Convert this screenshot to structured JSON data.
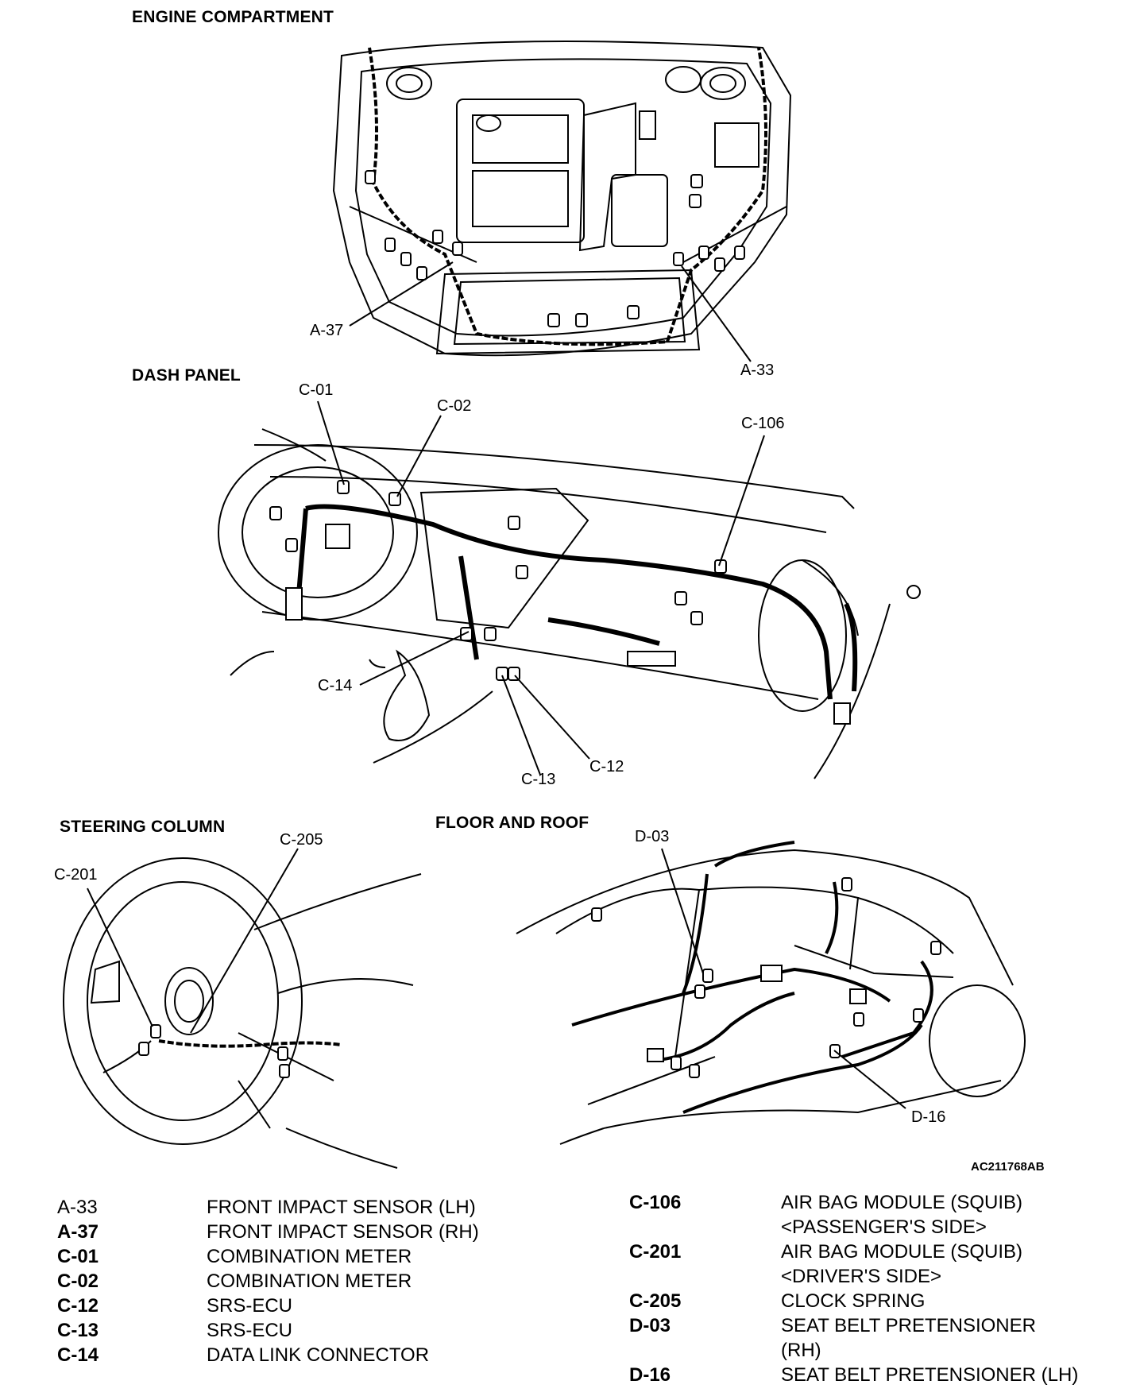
{
  "sections": {
    "engine": "ENGINE COMPARTMENT",
    "dash": "DASH PANEL",
    "steering": "STEERING COLUMN",
    "floor": "FLOOR AND ROOF"
  },
  "callouts": {
    "a37": "A-37",
    "a33": "A-33",
    "c01": "C-01",
    "c02": "C-02",
    "c106": "C-106",
    "c14": "C-14",
    "c13": "C-13",
    "c12": "C-12",
    "c201": "C-201",
    "c205": "C-205",
    "d03": "D-03",
    "d16": "D-16"
  },
  "figure_number": "AC211768AB",
  "legend_left": [
    {
      "code": "A-33",
      "desc": "FRONT IMPACT SENSOR (LH)"
    },
    {
      "code": "A-37",
      "desc": "FRONT IMPACT SENSOR (RH)"
    },
    {
      "code": "C-01",
      "desc": "COMBINATION METER"
    },
    {
      "code": "C-02",
      "desc": "COMBINATION METER"
    },
    {
      "code": "C-12",
      "desc": "SRS-ECU"
    },
    {
      "code": "C-13",
      "desc": "SRS-ECU"
    },
    {
      "code": "C-14",
      "desc": "DATA LINK CONNECTOR"
    }
  ],
  "legend_right": [
    {
      "code": "C-106",
      "desc": "AIR BAG MODULE (SQUIB)",
      "desc2": "<PASSENGER'S SIDE>"
    },
    {
      "code": "C-201",
      "desc": "AIR BAG MODULE (SQUIB)",
      "desc2": "<DRIVER'S SIDE>"
    },
    {
      "code": "C-205",
      "desc": "CLOCK SPRING"
    },
    {
      "code": "D-03",
      "desc": "SEAT BELT PRETENSIONER",
      "desc2": "(RH)"
    },
    {
      "code": "D-16",
      "desc": "SEAT BELT PRETENSIONER (LH)"
    }
  ]
}
